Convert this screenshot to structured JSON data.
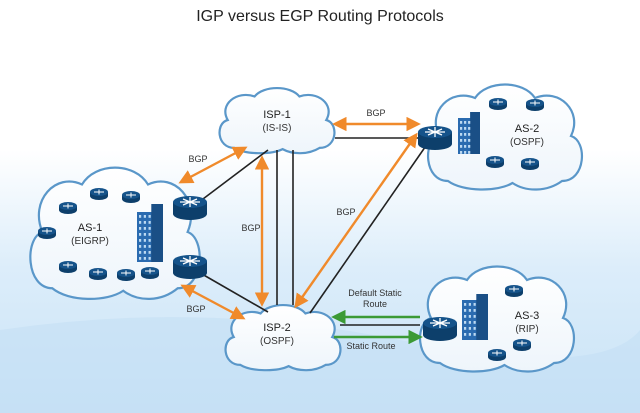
{
  "title": "IGP versus EGP Routing Protocols",
  "colors": {
    "egp_link": "#f08a2b",
    "igp_link": "#222222",
    "static_link": "#3c9a35",
    "cloud_fill": "#ffffff",
    "cloud_stroke": "#5a97c9",
    "router": "#15538a",
    "band": "#d9ecfa"
  },
  "clouds": [
    {
      "id": "isp1",
      "name": "ISP-1",
      "protocol": "(IS-IS)"
    },
    {
      "id": "isp2",
      "name": "ISP-2",
      "protocol": "(OSPF)"
    },
    {
      "id": "as1",
      "name": "AS-1",
      "protocol": "(EIGRP)"
    },
    {
      "id": "as2",
      "name": "AS-2",
      "protocol": "(OSPF)"
    },
    {
      "id": "as3",
      "name": "AS-3",
      "protocol": "(RIP)"
    }
  ],
  "links": [
    {
      "id": "as1-isp1",
      "label": "BGP",
      "kind": "egp"
    },
    {
      "id": "as1-isp2",
      "label": "BGP",
      "kind": "egp"
    },
    {
      "id": "isp1-isp2",
      "label": "BGP",
      "kind": "egp"
    },
    {
      "id": "isp1-as2",
      "label": "BGP",
      "kind": "egp"
    },
    {
      "id": "isp2-as2",
      "label": "BGP",
      "kind": "egp"
    },
    {
      "id": "as3-isp2",
      "label": "Default Static Route",
      "label_lines": [
        "Default Static",
        "Route"
      ],
      "kind": "static"
    },
    {
      "id": "isp2-as3",
      "label": "Static Route",
      "kind": "static"
    }
  ],
  "icons": {
    "router": "router-icon",
    "building": "building-icon",
    "cloud": "cloud-icon"
  }
}
